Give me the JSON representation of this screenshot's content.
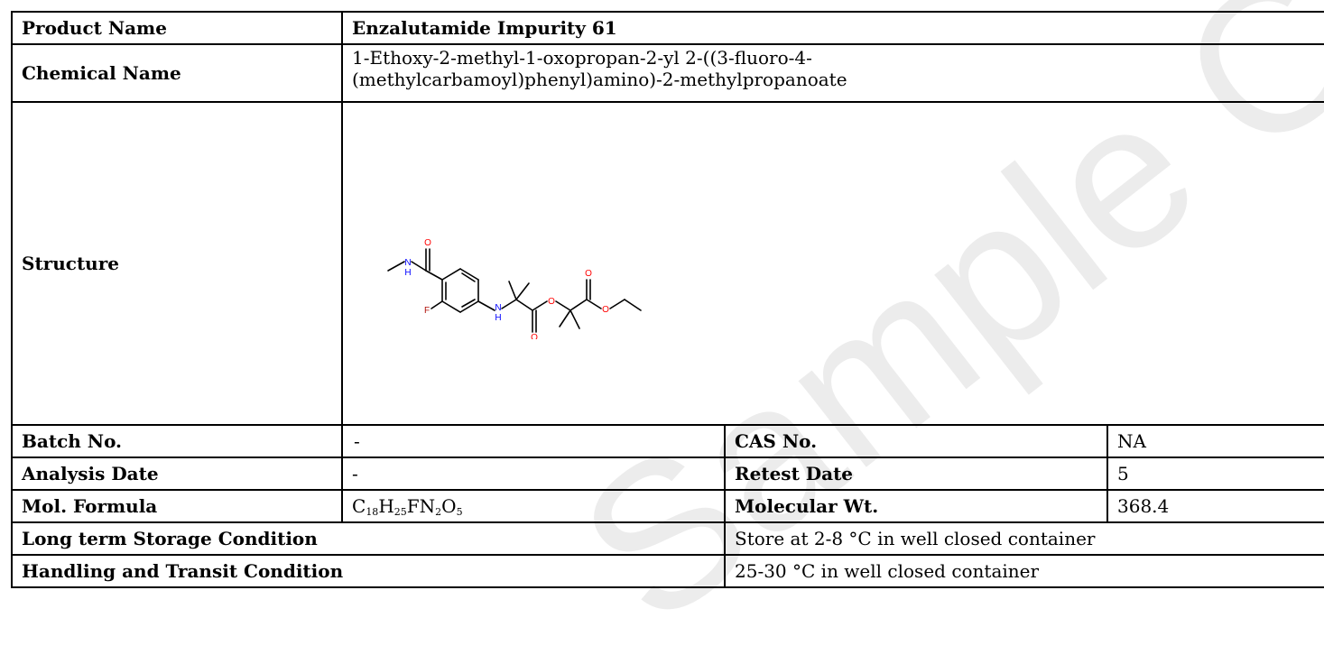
{
  "product_name": {
    "label": "Product Name",
    "value": "Enzalutamide Impurity 61"
  },
  "chemical_name": {
    "label": "Chemical Name",
    "value": "1-Ethoxy-2-methyl-1-oxopropan-2-yl 2-((3-fluoro-4-(methylcarbamoyl)phenyl)amino)-2-methylpropanoate"
  },
  "structure": {
    "label": "Structure",
    "atoms": {
      "o": "O",
      "n": "N",
      "h": "H",
      "f": "F"
    },
    "atom_colors": {
      "oxygen": "#ff0000",
      "nitrogen": "#0000ff",
      "fluorine": "#b1120b",
      "bond": "#000000"
    }
  },
  "batch_no": {
    "label": "Batch No.",
    "value": "-"
  },
  "cas_no": {
    "label": "CAS No.",
    "value": "NA"
  },
  "analysis_date": {
    "label": "Analysis Date",
    "value": "-"
  },
  "retest_date": {
    "label": "Retest Date",
    "value": "5"
  },
  "mol_formula": {
    "label": "Mol. Formula",
    "parts": [
      {
        "t": "C",
        "sub": "18"
      },
      {
        "t": "H",
        "sub": "25"
      },
      {
        "t": "F",
        "sub": ""
      },
      {
        "t": "N",
        "sub": "2"
      },
      {
        "t": "O",
        "sub": "5"
      }
    ]
  },
  "molecular_wt": {
    "label": "Molecular Wt.",
    "value": "368.4"
  },
  "storage": {
    "label": "Long term Storage Condition",
    "value": "Store at 2-8 °C in well closed container"
  },
  "transit": {
    "label": "Handling and Transit Condition",
    "value": "25-30 °C in well closed container"
  },
  "watermark": {
    "text": "Sample COA",
    "color": "#ececec"
  }
}
